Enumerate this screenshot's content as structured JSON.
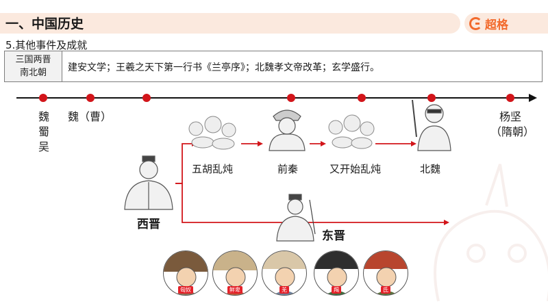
{
  "header": {
    "title": "一、中国历史",
    "logo_text": "超格"
  },
  "subtitle": "5.其他事件及成就",
  "info": {
    "label_line1": "三国两晋",
    "label_line2": "南北朝",
    "text": "建安文学；王羲之天下第一行书《兰亭序》；北魏孝文帝改革；玄学盛行。"
  },
  "timeline": {
    "left_states": [
      "魏",
      "蜀",
      "吴"
    ],
    "wei_cao": "魏（曹）",
    "right_top": "杨坚",
    "right_bottom": "（隋朝）"
  },
  "stages": {
    "wuhu": "五胡乱炖",
    "qianqin": "前秦",
    "youkaishi": "又开始乱炖",
    "beiwei": "北魏",
    "xijin": "西晋",
    "dongjin": "东晋"
  },
  "tribes": [
    "匈奴",
    "鲜卑",
    "羌",
    "羯",
    "氐"
  ],
  "colors": {
    "accent": "#d2151a",
    "brand": "#f26a2c",
    "header_bg": "#fbe9de",
    "tag": "#e4222a"
  }
}
